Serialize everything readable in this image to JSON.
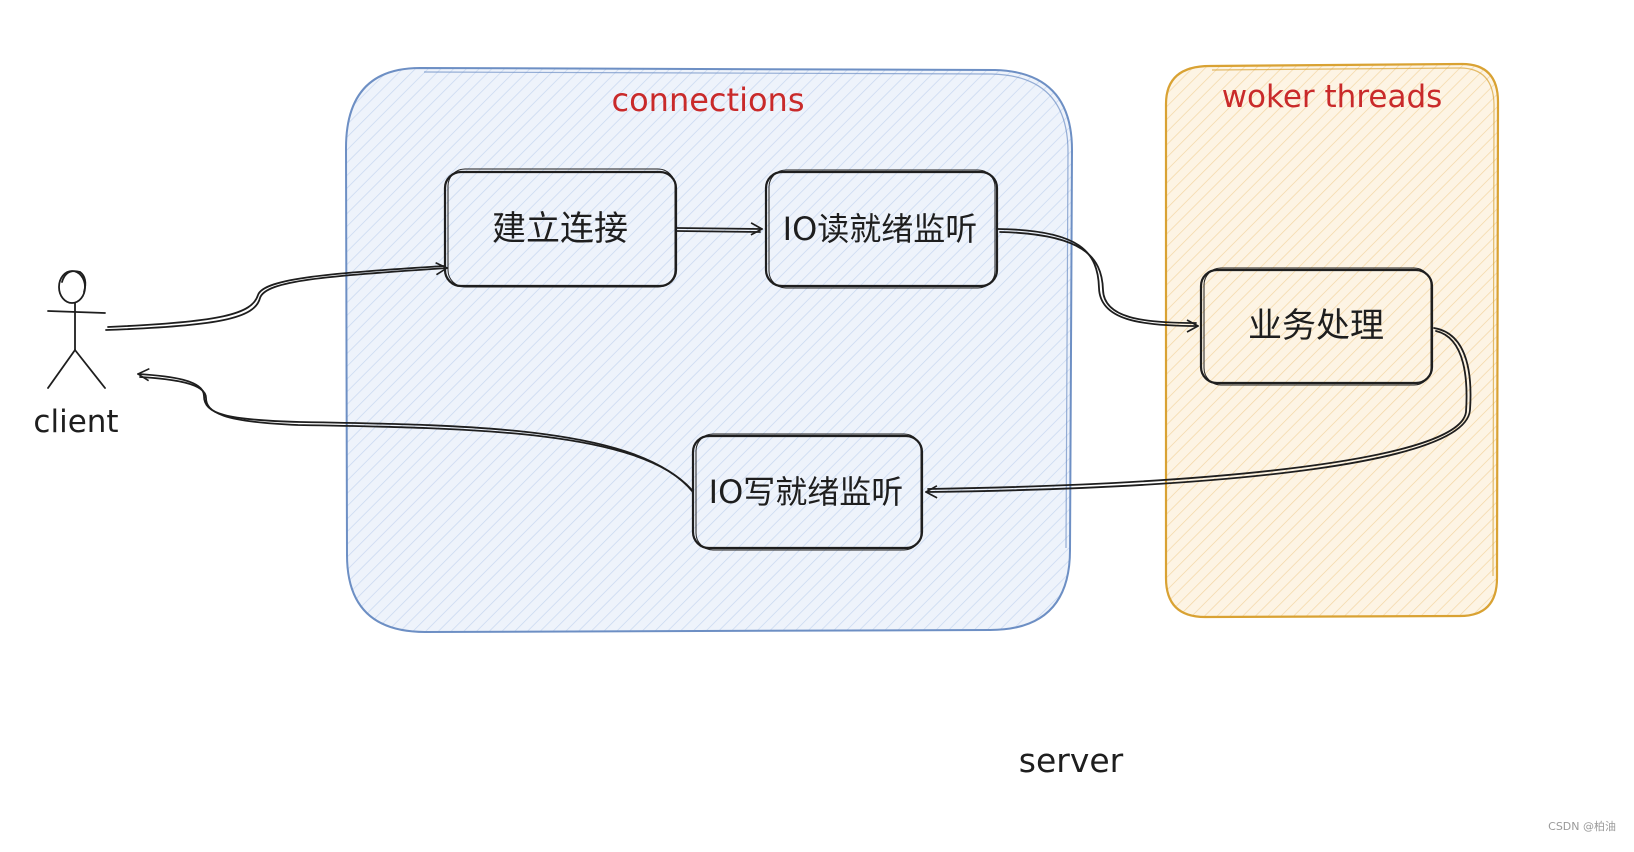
{
  "groups": {
    "connections": {
      "label": "connections",
      "fill": "#dbe6f6",
      "stroke": "#6d8fc4",
      "label_color": "#c92a2a"
    },
    "worker_threads": {
      "label": "woker threads",
      "fill": "#fbe8c9",
      "stroke": "#d9a233",
      "label_color": "#c92a2a"
    }
  },
  "nodes": {
    "establish_connection": "建立连接",
    "io_read_listen": "IO读就绪监听",
    "business_processing": "业务处理",
    "io_write_listen": "IO写就绪监听"
  },
  "actor": {
    "label": "client"
  },
  "server_label": "server",
  "watermark": "CSDN @柏油",
  "colors": {
    "ink": "#1e1e1e"
  },
  "icons": {
    "actor": "stick-figure-icon"
  }
}
